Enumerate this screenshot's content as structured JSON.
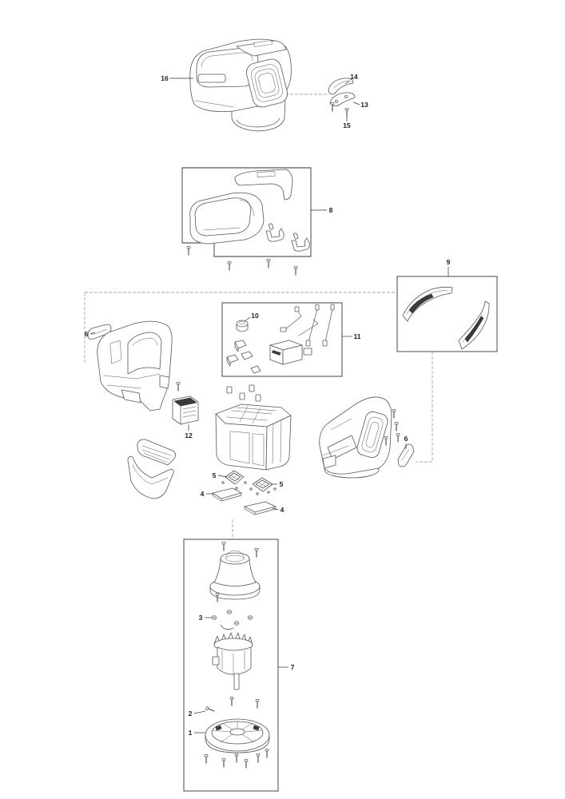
{
  "diagram": {
    "callouts": [
      "16",
      "14",
      "13",
      "15",
      "8",
      "9",
      "10",
      "11",
      "6",
      "12",
      "6",
      "5",
      "5",
      "4",
      "4",
      "3",
      "7",
      "2",
      "1"
    ]
  }
}
